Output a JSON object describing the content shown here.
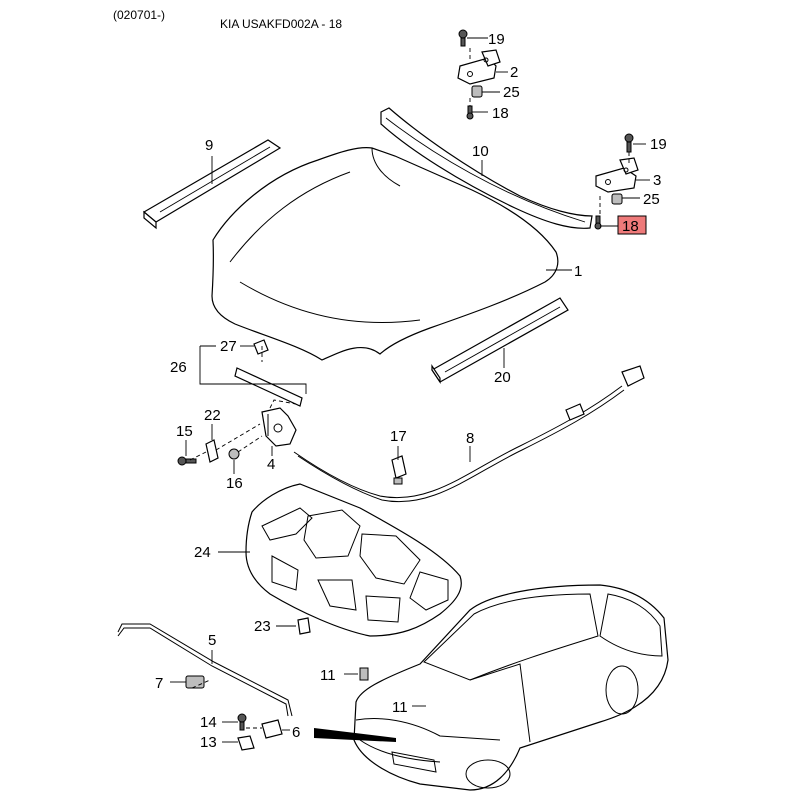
{
  "header": {
    "code": "(020701-)",
    "title": "KIA USAKFD002A - 18"
  },
  "highlight_color": "#ee7a7a",
  "callouts": {
    "c1": "1",
    "c2": "2",
    "c3": "3",
    "c4": "4",
    "c5": "5",
    "c6": "6",
    "c7": "7",
    "c8": "8",
    "c9": "9",
    "c10": "10",
    "c11a": "11",
    "c11b": "11",
    "c13": "13",
    "c14": "14",
    "c15": "15",
    "c16": "16",
    "c17": "17",
    "c18a": "18",
    "c18b": "18",
    "c19a": "19",
    "c19b": "19",
    "c20": "20",
    "c22": "22",
    "c23": "23",
    "c24": "24",
    "c25a": "25",
    "c25b": "25",
    "c26": "26",
    "c27": "27"
  }
}
